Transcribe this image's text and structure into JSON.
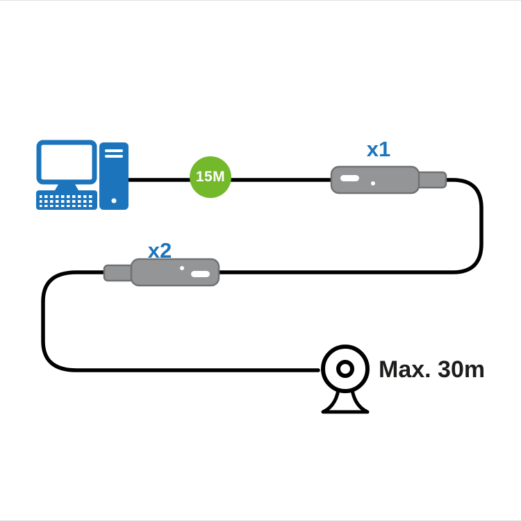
{
  "diagram": {
    "badge": {
      "label": "15M"
    },
    "extenders": [
      {
        "label": "x1"
      },
      {
        "label": "x2"
      }
    ],
    "max_distance": {
      "label": "Max. 30m"
    }
  },
  "icons": {
    "source_device": "computer-icon",
    "repeater_1": "usb-extender-icon",
    "repeater_2": "usb-extender-icon",
    "peripheral_device": "webcam-icon"
  },
  "colors": {
    "brand_blue": "#1c75bc",
    "badge_green": "#74b82c",
    "badge_text": "#ffffff",
    "cable_black": "#000000",
    "connector_gray": "#939597",
    "connector_outline": "#6f7173",
    "distance_text": "#1d1d1b",
    "background": "#ffffff"
  }
}
